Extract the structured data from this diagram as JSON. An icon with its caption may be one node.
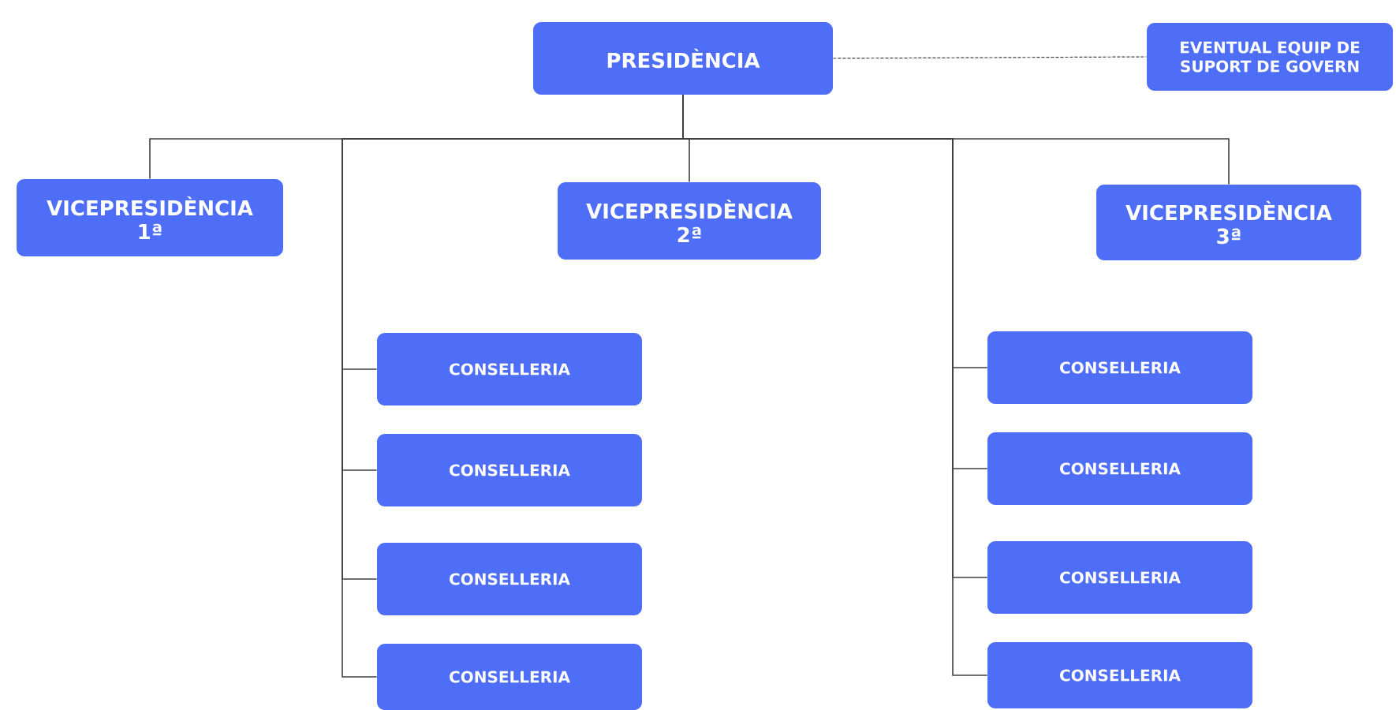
{
  "diagram": {
    "nodes": [
      {
        "text": [
          "PRESIDÈNCIA"
        ]
      },
      {
        "text": [
          "EVENTUAL EQUIP DE SUPORT DE GOVERN"
        ]
      },
      {
        "text": [
          "VICEPRESIDÈNCIA 1ª"
        ]
      },
      {
        "text": [
          "VICEPRESIDÈNCIA 2ª"
        ]
      },
      {
        "text": [
          "VICEPRESIDÈNCIA 3ª"
        ]
      },
      {
        "text": [
          "CONSELLERIA"
        ]
      },
      {
        "text": [
          "CONSELLERIA"
        ]
      },
      {
        "text": [
          "CONSELLERIA"
        ]
      },
      {
        "text": [
          "CONSELLERIA"
        ]
      },
      {
        "text": [
          "CONSELLERIA"
        ]
      },
      {
        "text": [
          "CONSELLERIA"
        ]
      },
      {
        "text": [
          "CONSELLERIA"
        ]
      },
      {
        "text": [
          "CONSELLERIA"
        ]
      }
    ],
    "edges": [
      {
        "from": 0,
        "to": 1,
        "arrow": "none",
        "style": "dashed"
      },
      {
        "from": 0,
        "to": 2,
        "arrow": "none"
      },
      {
        "from": 0,
        "to": 3,
        "arrow": "none"
      },
      {
        "from": 0,
        "to": 4,
        "arrow": "none"
      },
      {
        "from": 0,
        "to": 5,
        "arrow": "none"
      },
      {
        "from": 0,
        "to": 6,
        "arrow": "none"
      },
      {
        "from": 0,
        "to": 7,
        "arrow": "none"
      },
      {
        "from": 0,
        "to": 8,
        "arrow": "none"
      },
      {
        "from": 0,
        "to": 9,
        "arrow": "none"
      },
      {
        "from": 0,
        "to": 10,
        "arrow": "none"
      },
      {
        "from": 0,
        "to": 11,
        "arrow": "none"
      },
      {
        "from": 0,
        "to": 12,
        "arrow": "none"
      }
    ]
  }
}
